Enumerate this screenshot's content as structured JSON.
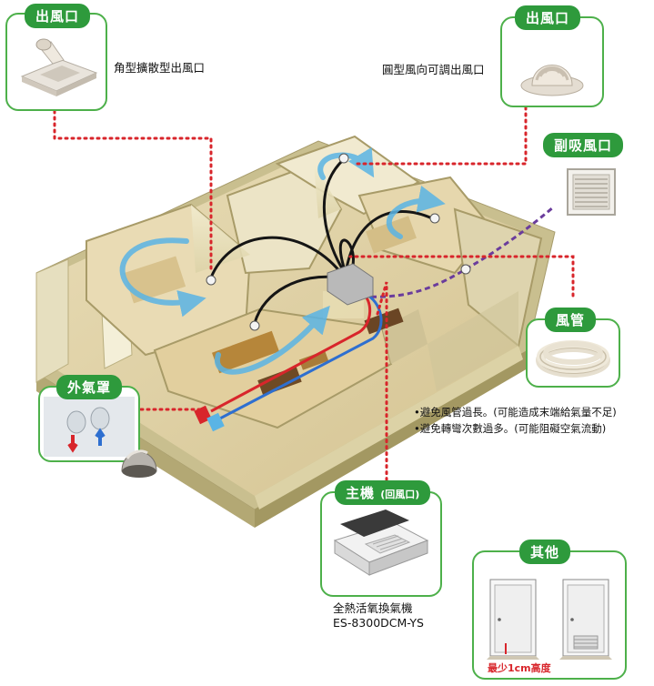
{
  "callouts": {
    "outlet_left": {
      "tag": "出風口",
      "caption": "角型擴散型出風口"
    },
    "outlet_right": {
      "tag": "出風口",
      "caption": "圓型風向可調出風口"
    },
    "secondary_intake": {
      "tag": "副吸風口"
    },
    "duct": {
      "tag": "風管"
    },
    "outdoor_hood": {
      "tag": "外氣罩"
    },
    "main_unit": {
      "tag": "主機",
      "tag_note": "(回風口)",
      "caption_line1": "全熱活氧換氣機",
      "caption_line2": "ES-8300DCM-YS"
    },
    "other": {
      "tag": "其他",
      "caption": "最少1cm高度"
    }
  },
  "notes": [
    "•避免風管過長。(可能造成末端給氣量不足)",
    "•避免轉彎次數過多。(可能阻礙空氣流動)"
  ],
  "colors": {
    "accent_green": "#2e9a3c",
    "leader_red": "#d8252b",
    "airflow_blue": "#5ab4e5",
    "intake_purple": "#6a3c9c",
    "duct_black": "#151515"
  }
}
